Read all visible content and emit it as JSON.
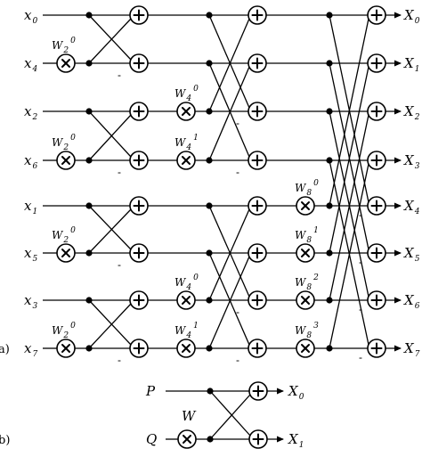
{
  "part_labels": {
    "a": "a)",
    "b": "b)"
  },
  "inputs": [
    {
      "base": "x",
      "sub": "0"
    },
    {
      "base": "x",
      "sub": "4"
    },
    {
      "base": "x",
      "sub": "2"
    },
    {
      "base": "x",
      "sub": "6"
    },
    {
      "base": "x",
      "sub": "1"
    },
    {
      "base": "x",
      "sub": "5"
    },
    {
      "base": "x",
      "sub": "3"
    },
    {
      "base": "x",
      "sub": "7"
    }
  ],
  "outputs": [
    {
      "base": "X",
      "sub": "0"
    },
    {
      "base": "X",
      "sub": "1"
    },
    {
      "base": "X",
      "sub": "2"
    },
    {
      "base": "X",
      "sub": "3"
    },
    {
      "base": "X",
      "sub": "4"
    },
    {
      "base": "X",
      "sub": "5"
    },
    {
      "base": "X",
      "sub": "6"
    },
    {
      "base": "X",
      "sub": "7"
    }
  ],
  "twiddles_stage1": [
    {
      "base": "W",
      "sub": "2",
      "sup": "0"
    },
    {
      "base": "W",
      "sub": "2",
      "sup": "0"
    },
    {
      "base": "W",
      "sub": "2",
      "sup": "0"
    },
    {
      "base": "W",
      "sub": "2",
      "sup": "0"
    }
  ],
  "twiddles_stage2": [
    {
      "base": "W",
      "sub": "4",
      "sup": "0"
    },
    {
      "base": "W",
      "sub": "4",
      "sup": "1"
    },
    {
      "base": "W",
      "sub": "4",
      "sup": "0"
    },
    {
      "base": "W",
      "sub": "4",
      "sup": "1"
    }
  ],
  "twiddles_stage3": [
    {
      "base": "W",
      "sub": "8",
      "sup": "0"
    },
    {
      "base": "W",
      "sub": "8",
      "sup": "1"
    },
    {
      "base": "W",
      "sub": "8",
      "sup": "2"
    },
    {
      "base": "W",
      "sub": "8",
      "sup": "3"
    }
  ],
  "minus_sign": "-",
  "butterfly": {
    "input_top": "P",
    "input_bottom": "Q",
    "weight": "W",
    "output_top": {
      "base": "X",
      "sub": "0"
    },
    "output_bottom": {
      "base": "X",
      "sub": "1"
    }
  },
  "operators": {
    "adder": "plus-circle",
    "multiplier": "times-circle"
  }
}
